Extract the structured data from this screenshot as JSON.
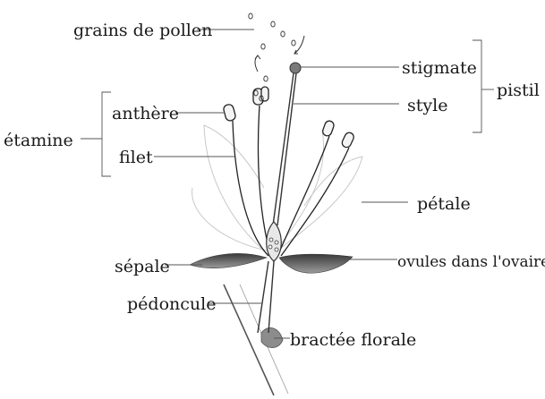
{
  "labels": {
    "pollen": "grains de pollen",
    "stigmate": "stigmate",
    "style": "style",
    "pistil": "pistil",
    "anthere": "anthère",
    "filet": "filet",
    "etamine": "étamine",
    "petale": "pétale",
    "sepale": "sépale",
    "ovules": "ovules dans l'ovaire",
    "pedoncule": "pédoncule",
    "bractee": "bractée florale"
  }
}
